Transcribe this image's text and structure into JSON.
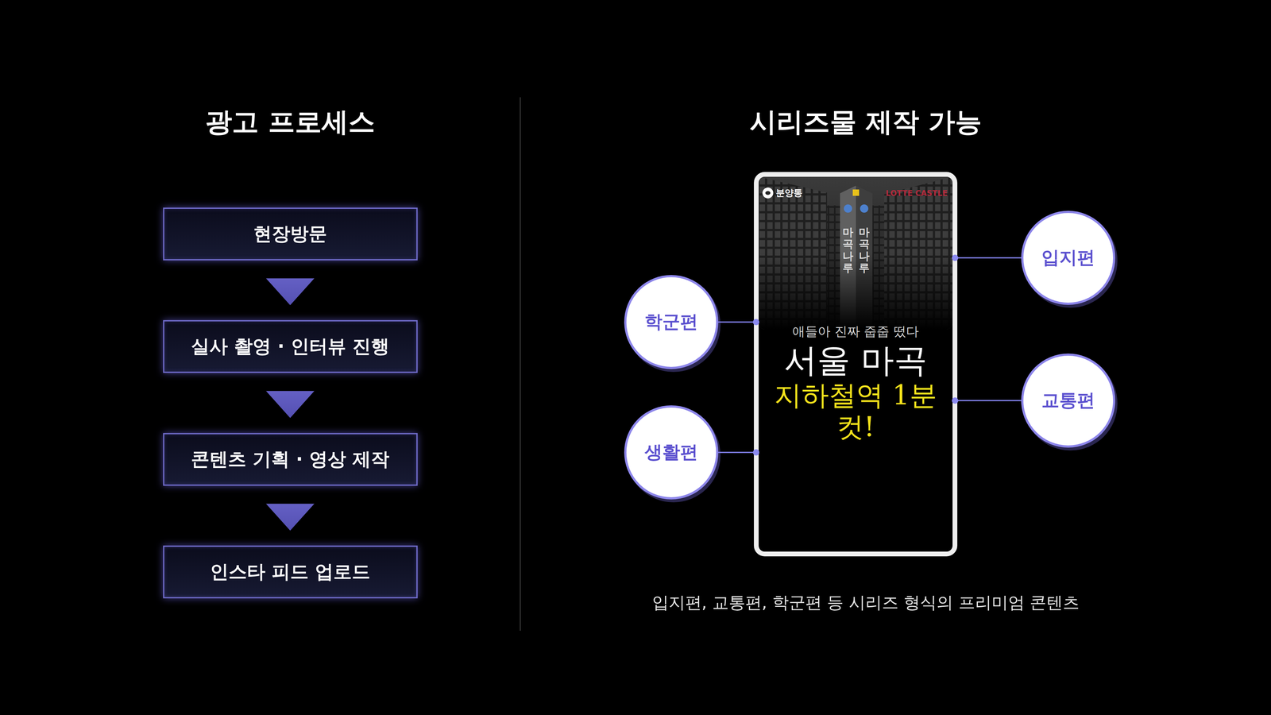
{
  "diagram": {
    "caption": "입지편, 교통편, 학군편 등 시리즈 형식의 프리미엄 콘텐츠",
    "nodes": [
      {
        "text": [
          "현장방문"
        ]
      },
      {
        "text": [
          "실사 촬영 · 인터뷰 진행"
        ]
      },
      {
        "text": [
          "콘텐츠 기획 · 영상 제작"
        ]
      },
      {
        "text": [
          "인스타 피드 업로드"
        ]
      },
      {
        "text": [
          "분양통",
          "LOTTE CASTLE",
          "애들아 진짜 줍줍 떴다",
          "서울 마곡",
          "지하철역 1분컷!"
        ]
      },
      {
        "text": [
          "입지편"
        ]
      },
      {
        "text": [
          "학군편"
        ]
      },
      {
        "text": [
          "교통편"
        ]
      },
      {
        "text": [
          "생활편"
        ]
      }
    ],
    "edges": [
      {
        "from": 0,
        "to": 1,
        "arrow": "to"
      },
      {
        "from": 1,
        "to": 2,
        "arrow": "to"
      },
      {
        "from": 2,
        "to": 3,
        "arrow": "to"
      },
      {
        "from": 5,
        "to": 4,
        "arrow": "none"
      },
      {
        "from": 6,
        "to": 4,
        "arrow": "none"
      },
      {
        "from": 7,
        "to": 4,
        "arrow": "none"
      },
      {
        "from": 8,
        "to": 4,
        "arrow": "none"
      }
    ],
    "labels": [
      "광고 프로세스",
      "시리즈물 제작 가능",
      "마곡나루",
      "마곡나루"
    ]
  }
}
